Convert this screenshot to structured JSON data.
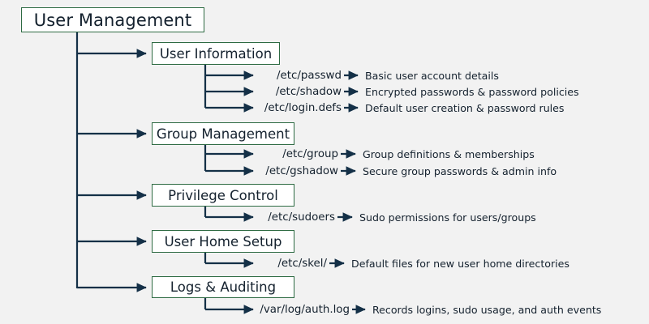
{
  "diagram": {
    "title": "User Management",
    "background_color": "#f2f2f2",
    "box_border_color": "#2e6b43",
    "box_fill_color": "#ffffff",
    "connector_color": "#143047",
    "text_color": "#14212e",
    "root": {
      "label": "User Management"
    },
    "categories": [
      {
        "label": "User Information",
        "leaves": [
          {
            "path": "/etc/passwd",
            "description": "Basic user account details"
          },
          {
            "path": "/etc/shadow",
            "description": "Encrypted passwords & password policies"
          },
          {
            "path": "/etc/login.defs",
            "description": "Default user creation & password rules"
          }
        ]
      },
      {
        "label": "Group Management",
        "leaves": [
          {
            "path": "/etc/group",
            "description": "Group definitions & memberships"
          },
          {
            "path": "/etc/gshadow",
            "description": "Secure group passwords & admin info"
          }
        ]
      },
      {
        "label": "Privilege Control",
        "leaves": [
          {
            "path": "/etc/sudoers",
            "description": "Sudo permissions for users/groups"
          }
        ]
      },
      {
        "label": "User Home Setup",
        "leaves": [
          {
            "path": "/etc/skel/",
            "description": "Default files for new user home directories"
          }
        ]
      },
      {
        "label": "Logs & Auditing",
        "leaves": [
          {
            "path": "/var/log/auth.log",
            "description": "Records logins, sudo usage, and auth events"
          }
        ]
      }
    ]
  }
}
